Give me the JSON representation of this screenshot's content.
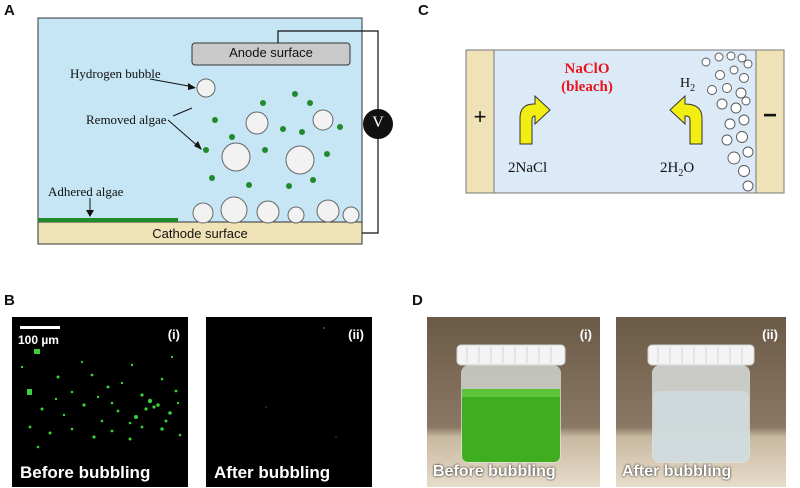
{
  "panels": {
    "A": {
      "letter": "A",
      "anode_label": "Anode surface",
      "cathode_label": "Cathode surface",
      "hydrogen_label": "Hydrogen bubble",
      "removed_label": "Removed algae",
      "adhered_label": "Adhered algae",
      "voltmeter_label": "V"
    },
    "B": {
      "letter": "B",
      "scale_label": "100 µm",
      "left_index": "(i)",
      "right_index": "(ii)",
      "left_caption": "Before bubbling",
      "right_caption": "After bubbling"
    },
    "C": {
      "letter": "C",
      "plus_sign": "+",
      "minus_sign": "−",
      "product_line1": "NaClO",
      "product_line2": "(bleach)",
      "h2_base": "H",
      "h2_sub": "2",
      "reactant_left": "2NaCl",
      "reactant_right_base": "2H",
      "reactant_right_sub": "2",
      "reactant_right_tail": "O"
    },
    "D": {
      "letter": "D",
      "left_index": "(i)",
      "right_index": "(ii)",
      "left_caption": "Before bubbling",
      "right_caption": "After bubbling"
    }
  },
  "colors": {
    "water": "#c6e6f5",
    "electrode": "#efe2b6",
    "anode": "#c9c9c9",
    "algae": "#1f8a2a",
    "bleach": "#e8141c",
    "arrow": "#f2ee12"
  }
}
